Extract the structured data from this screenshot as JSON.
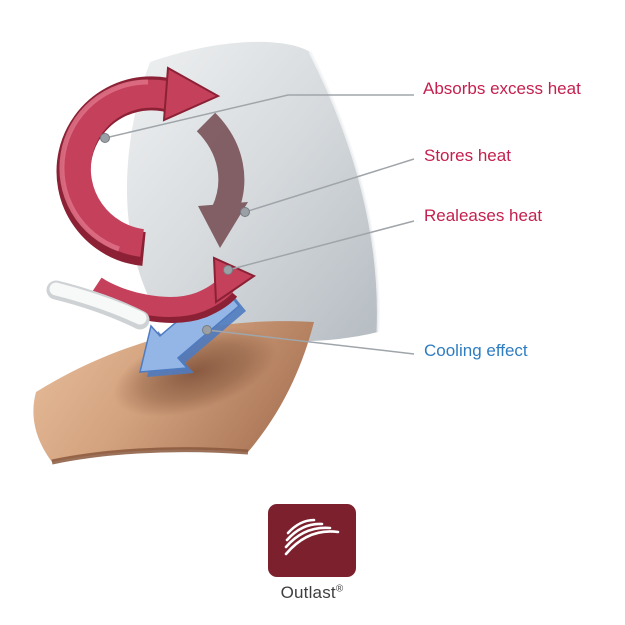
{
  "annotations": {
    "absorbs": {
      "label": "Absorbs excess heat"
    },
    "stores": {
      "label": "Stores heat"
    },
    "releases": {
      "label": "Realeases heat"
    },
    "cooling": {
      "label": "Cooling effect"
    }
  },
  "logo": {
    "wordmark": "Outlast",
    "registered": "®"
  },
  "icons": {
    "heat_cycle": "circular-arrow-icon",
    "store_heat": "down-arrow-icon",
    "release_heat": "curved-arrow-icon",
    "cooling": "down-left-block-arrow-icon",
    "logo_mark": "layered-swoosh-icon"
  },
  "colors": {
    "heat_label": "#c41f4e",
    "cooling_label": "#2f7dc1",
    "leader_line": "#a0a5aa",
    "heat_arrow": "#c5405a",
    "heat_arrow_dark": "#8c2136",
    "store_arrow": "#7b555b",
    "cooling_arrow": "#93b6e6",
    "fabric_sheet": "#d6dadd",
    "skin_layer": "#d3a27e",
    "logo_background": "#7c202e",
    "background": "#ffffff"
  }
}
